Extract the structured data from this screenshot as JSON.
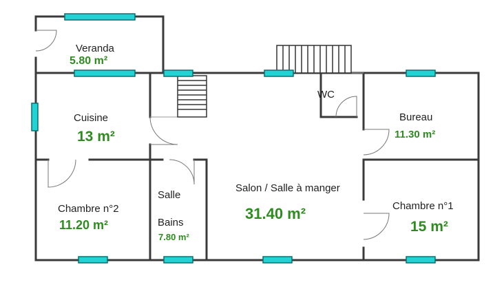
{
  "colors": {
    "wall": "#3a3a3a",
    "window": "#22d3d3",
    "area_text": "#2e8b1f"
  },
  "rooms": {
    "veranda": {
      "name": "Veranda",
      "area": "5.80 m²"
    },
    "cuisine": {
      "name": "Cuisine",
      "area": "13 m²"
    },
    "chambre2": {
      "name": "Chambre n°2",
      "area": "11.20 m²"
    },
    "salle_bains": {
      "name_line1": "Salle",
      "name_line2": "Bains",
      "area": "7.80 m²"
    },
    "salon": {
      "name": "Salon / Salle à manger",
      "area": "31.40 m²"
    },
    "wc": {
      "name": "WC"
    },
    "bureau": {
      "name": "Bureau",
      "area": "11.30 m²"
    },
    "chambre1": {
      "name": "Chambre n°1",
      "area": "15 m²"
    }
  },
  "icons": {
    "window": "window-icon",
    "stairs": "stairs-icon",
    "door_swing": "door-swing-icon"
  }
}
